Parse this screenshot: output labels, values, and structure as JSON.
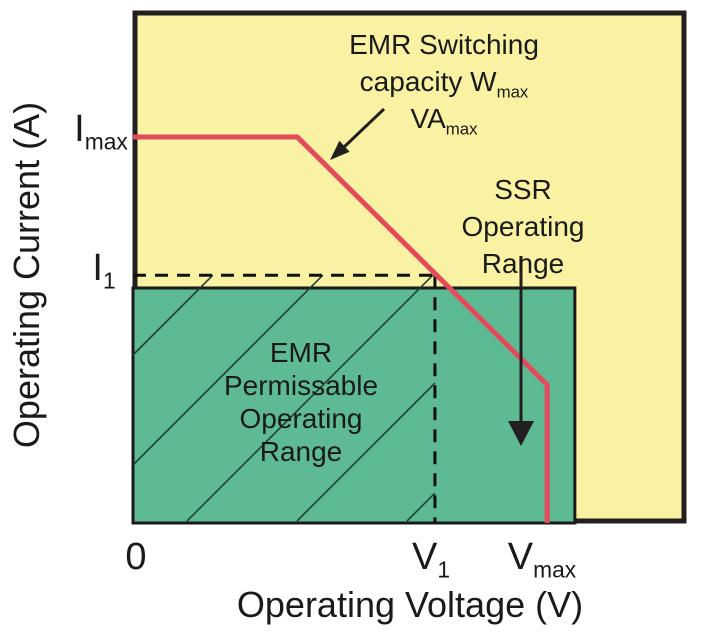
{
  "labels": {
    "y_axis_title": "Operating Current (A)",
    "x_axis_title": "Operating Voltage (V)",
    "tick_zero": "0",
    "tick_v1_base": "V",
    "tick_v1_sub": "1",
    "tick_vmax_base": "V",
    "tick_vmax_sub": "max",
    "tick_imax_base": "I",
    "tick_imax_sub": "max",
    "tick_i1_base": "I",
    "tick_i1_sub": "1",
    "ann_emr_switching_l1": "EMR Switching",
    "ann_emr_switching_l2_base": "capacity W",
    "ann_emr_switching_l2_sub": "max",
    "ann_emr_switching_l3_base": "VA",
    "ann_emr_switching_l3_sub": "max",
    "ann_ssr_l1": "SSR Operating",
    "ann_ssr_l2": "Range",
    "ann_emr_perm_l1": "EMR",
    "ann_emr_perm_l2": "Permissable",
    "ann_emr_perm_l3": "Operating",
    "ann_emr_perm_l4": "Range"
  },
  "chart_data": {
    "type": "area",
    "title": "",
    "xlabel": "Operating Voltage (V)",
    "ylabel": "Operating Current (A)",
    "xlim": [
      0,
      1
    ],
    "ylim": [
      0,
      1
    ],
    "grid": false,
    "legend": "none",
    "plot_bg": "#f8f2a2",
    "frame_color": "#231f20",
    "hatch_color": "#1e4034",
    "guide_color": "#111111",
    "x_ticks": [
      {
        "label": "0",
        "sub": "",
        "pos": 0.0
      },
      {
        "label": "V",
        "sub": "1",
        "pos": 0.546
      },
      {
        "label": "V",
        "sub": "max",
        "pos": 0.749
      }
    ],
    "y_ticks": [
      {
        "label": "I",
        "sub": "max",
        "pos": 0.754
      },
      {
        "label": "I",
        "sub": "1",
        "pos": 0.484
      }
    ],
    "series": [
      {
        "name": "EMR Switching capacity Wmax VAmax limit curve",
        "type": "line",
        "color": "#e5495c",
        "width": 5,
        "points": [
          [
            0,
            0.754
          ],
          [
            0.297,
            0.754
          ],
          [
            0.749,
            0.27
          ],
          [
            0.749,
            0.0
          ]
        ]
      }
    ],
    "regions": [
      {
        "name": "SSR Operating Range",
        "x0": 0,
        "y0": 0,
        "x1": 0.799,
        "y1": 0.459,
        "fill": "#5dba93",
        "stroke": "#1a1a1a"
      },
      {
        "name": "EMR Permissable Operating Range",
        "x0": 0,
        "y0": 0,
        "x1": 0.546,
        "y1": 0.484,
        "fill": "hatch-45deg"
      }
    ],
    "guides": [
      {
        "type": "dashed",
        "from": [
          0,
          0.484
        ],
        "to": [
          0.546,
          0.484
        ]
      },
      {
        "type": "dashed",
        "from": [
          0.546,
          0.484
        ],
        "to": [
          0.546,
          0.0
        ]
      }
    ],
    "annotations": [
      {
        "text": "EMR Switching capacity Wmax VAmax",
        "arrow_points_to": "red limit curve"
      },
      {
        "text": "SSR Operating Range",
        "arrow_points_to": "green region"
      },
      {
        "text": "EMR Permissable Operating Range",
        "inside": "hatched green region"
      }
    ]
  }
}
